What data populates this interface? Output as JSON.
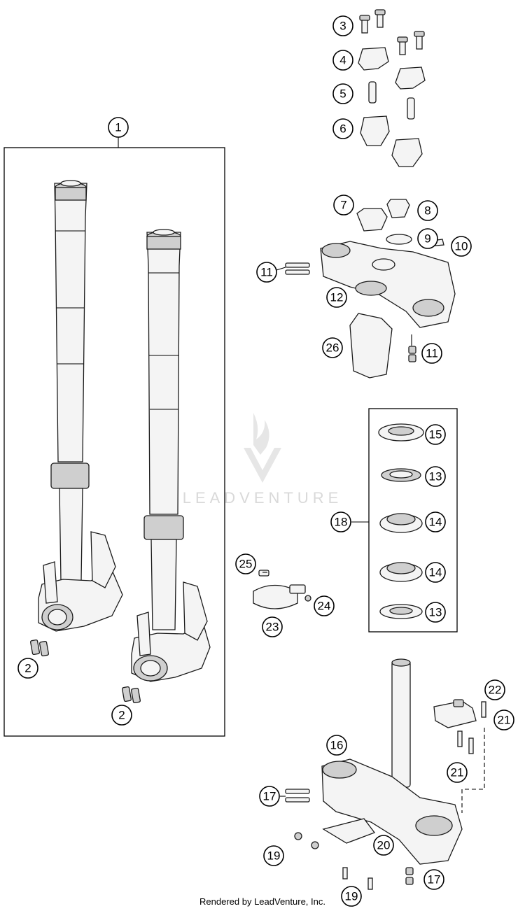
{
  "watermark": {
    "text": "LEADVENTURE"
  },
  "footer": {
    "text": "Rendered by LeadVenture, Inc."
  },
  "callouts": {
    "c1": "1",
    "c2a": "2",
    "c2b": "2",
    "c3": "3",
    "c4": "4",
    "c5": "5",
    "c6": "6",
    "c7": "7",
    "c8": "8",
    "c9": "9",
    "c10": "10",
    "c11a": "11",
    "c11b": "11",
    "c12": "12",
    "c13a": "13",
    "c13b": "13",
    "c14a": "14",
    "c14b": "14",
    "c15": "15",
    "c16": "16",
    "c17a": "17",
    "c17b": "17",
    "c18": "18",
    "c19a": "19",
    "c19b": "19",
    "c20": "20",
    "c21a": "21",
    "c21b": "21",
    "c22": "22",
    "c23": "23",
    "c24": "24",
    "c25": "25",
    "c26": "26"
  }
}
